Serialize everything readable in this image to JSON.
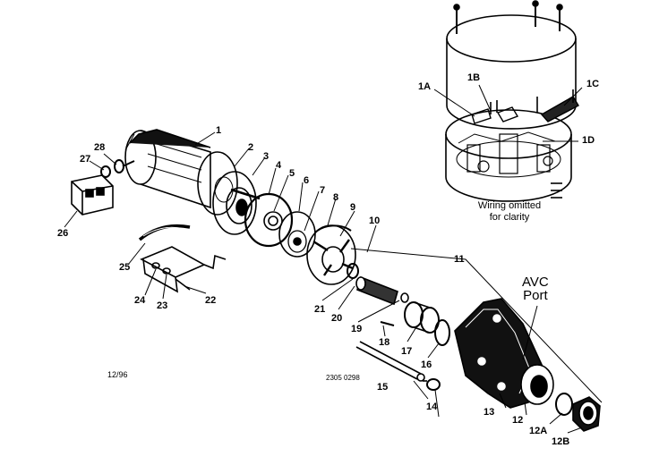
{
  "labels": {
    "p1": "1",
    "p1a": "1A",
    "p1b": "1B",
    "p1c": "1C",
    "p1d": "1D",
    "p2": "2",
    "p3": "3",
    "p4": "4",
    "p5": "5",
    "p6": "6",
    "p7": "7",
    "p8": "8",
    "p9": "9",
    "p10": "10",
    "p11": "11",
    "p12": "12",
    "p12a": "12A",
    "p12b": "12B",
    "p13": "13",
    "p14": "14",
    "p15": "15",
    "p16": "16",
    "p17": "17",
    "p18": "18",
    "p19": "19",
    "p20": "20",
    "p21": "21",
    "p22": "22",
    "p23": "23",
    "p24": "24",
    "p25": "25",
    "p26": "26",
    "p27": "27",
    "p28": "28"
  },
  "avc": {
    "line1": "AVC",
    "line2": "Port"
  },
  "wiring": {
    "line1": "Wiring omitted",
    "line2": "for clarity"
  },
  "date_code": "12/96",
  "drawing_number": "2305 0298"
}
